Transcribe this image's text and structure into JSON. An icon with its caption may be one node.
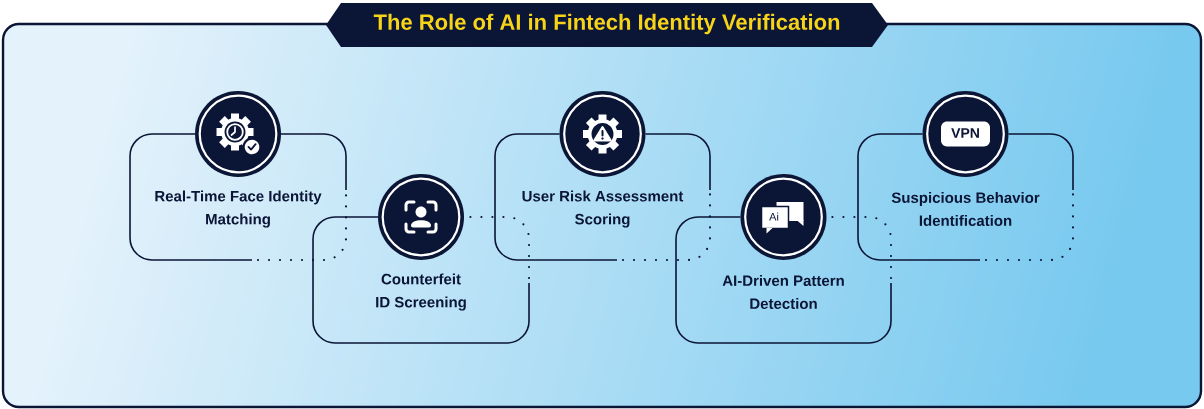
{
  "diagram": {
    "title": "The Role of AI in Fintech Identity Verification",
    "nodes": [
      {
        "text": [
          "Real-Time Face Identity Matching"
        ]
      },
      {
        "text": [
          "Counterfeit ID Screening"
        ]
      },
      {
        "text": [
          "User Risk Assessment Scoring"
        ]
      },
      {
        "text": [
          "AI-Driven Pattern Detection"
        ]
      },
      {
        "text": [
          "Suspicious Behavior Identification"
        ]
      }
    ],
    "labels": [
      "Ai",
      "VPN"
    ]
  }
}
